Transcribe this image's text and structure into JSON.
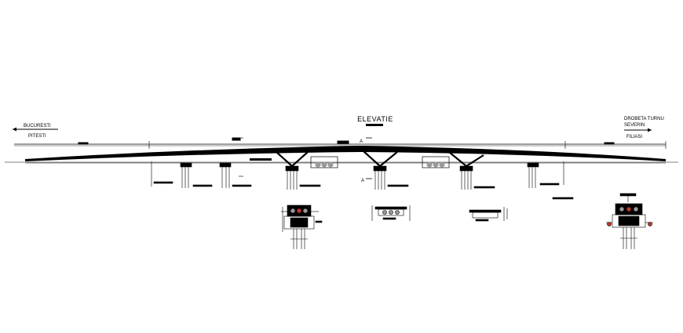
{
  "drawing": {
    "title": "ELEVATIE",
    "left_direction": {
      "line1": "BUCURESTI",
      "line2": "PITESTI"
    },
    "right_direction": {
      "line1": "DROBETA TURNU",
      "line2": "SEVERIN",
      "line3": "FILIASI"
    },
    "section_marks": [
      "A",
      "A"
    ]
  },
  "colors": {
    "ink": "#000000",
    "fill_gray": "#9a9a9a",
    "accent_red": "#c0392b",
    "background": "#ffffff"
  }
}
